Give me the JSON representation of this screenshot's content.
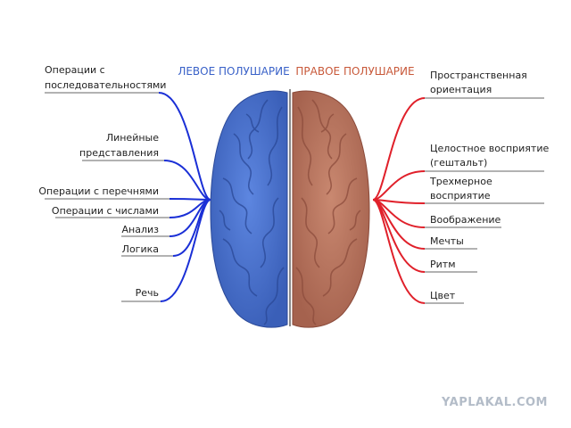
{
  "titles": {
    "left": "ЛЕВОЕ ПОЛУШАРИЕ",
    "right": "ПРАВОЕ ПОЛУШАРИЕ"
  },
  "left_labels": [
    [
      "Операции с",
      "последовательностями"
    ],
    [
      "Линейные",
      "представления"
    ],
    [
      "Операции с перечнями"
    ],
    [
      "Операции с числами"
    ],
    [
      "Анализ"
    ],
    [
      "Логика"
    ],
    [
      "Речь"
    ]
  ],
  "right_labels": [
    [
      "Пространственная",
      "ориентация"
    ],
    [
      "Целостное восприятие",
      "(гештальт)"
    ],
    [
      "Трехмерное",
      "восприятие"
    ],
    [
      "Воображение"
    ],
    [
      "Мечты"
    ],
    [
      "Ритм"
    ],
    [
      "Цвет"
    ]
  ],
  "watermark": "YAPLAKAL.COM",
  "colors": {
    "left_line": "#1a2fd6",
    "right_line": "#e0202a",
    "left_brain": "#4a74d4",
    "right_brain": "#b9735e",
    "divider": "#555555"
  }
}
